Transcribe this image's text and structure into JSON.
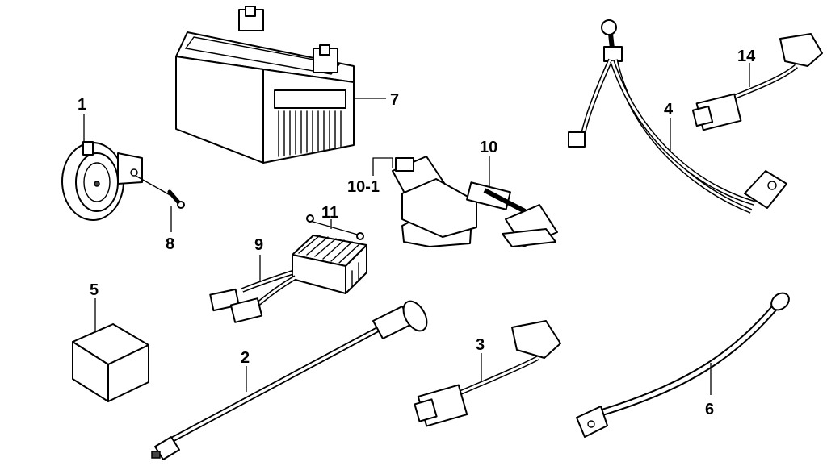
{
  "labels": {
    "p1": "1",
    "p2": "2",
    "p3": "3",
    "p4": "4",
    "p5": "5",
    "p6": "6",
    "p7": "7",
    "p8": "8",
    "p9": "9",
    "p10": "10",
    "p10_1": "10-1",
    "p11": "11",
    "p14": "14"
  }
}
